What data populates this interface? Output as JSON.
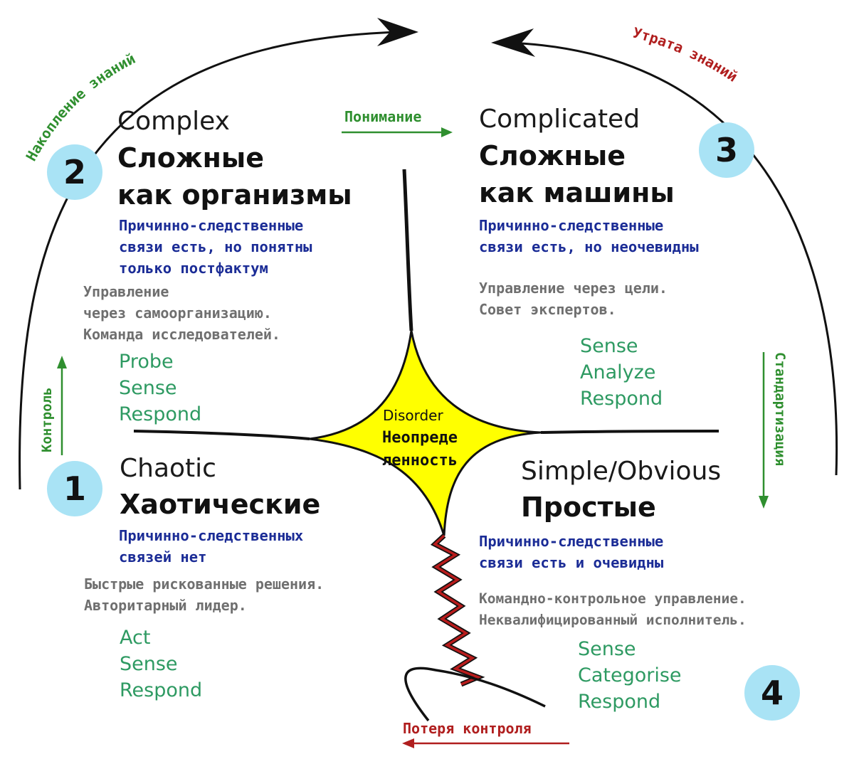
{
  "domains": {
    "complex": {
      "number": "2",
      "title_en": "Complex",
      "title_ru_1": "Сложные",
      "title_ru_2": "как организмы",
      "cause_effect": [
        "Причинно-следственные",
        "связи есть, но понятны",
        "только постфактум"
      ],
      "management": [
        "Управление",
        "через самоорганизацию.",
        "Команда исследователей."
      ],
      "steps": [
        "Probe",
        "Sense",
        "Respond"
      ]
    },
    "complicated": {
      "number": "3",
      "title_en": "Complicated",
      "title_ru_1": "Сложные",
      "title_ru_2": "как машины",
      "cause_effect": [
        "Причинно-следственные",
        "связи есть, но неочевидны"
      ],
      "management": [
        "Управление через цели.",
        "Совет экспертов."
      ],
      "steps": [
        "Sense",
        "Analyze",
        "Respond"
      ]
    },
    "chaotic": {
      "number": "1",
      "title_en": "Chaotic",
      "title_ru": "Хаотические",
      "cause_effect": [
        "Причинно-следственных",
        "связей нет"
      ],
      "management": [
        "Быстрые рискованные решения.",
        "Авторитарный лидер."
      ],
      "steps": [
        "Act",
        "Sense",
        "Respond"
      ]
    },
    "simple": {
      "number": "4",
      "title_en": "Simple/Obvious",
      "title_ru": "Простые",
      "cause_effect": [
        "Причинно-следственные",
        "связи есть и очевидны"
      ],
      "management": [
        "Командно-контрольное управление.",
        "Неквалифицированный исполнитель."
      ],
      "steps": [
        "Sense",
        "Categorise",
        "Respond"
      ]
    }
  },
  "disorder": {
    "title_en": "Disorder",
    "title_ru": [
      "Неопреде",
      "ленность"
    ]
  },
  "transitions": {
    "knowledge_gain": "Накопление знаний",
    "knowledge_loss": "Утрата знаний",
    "understanding": "Понимание",
    "control": "Контроль",
    "standardization": "Стандартизация",
    "loss_of_control": "Потеря контроля"
  },
  "colors": {
    "disorder_fill": "#ffff00",
    "cause_text": "#1b2c96",
    "management_text": "#6f6f6f",
    "steps_text": "#2e9a62",
    "green_label": "#2f8f2f",
    "red_label": "#b01e1e",
    "zigzag": "#b81c1c",
    "badge": "#a9e3f5"
  }
}
